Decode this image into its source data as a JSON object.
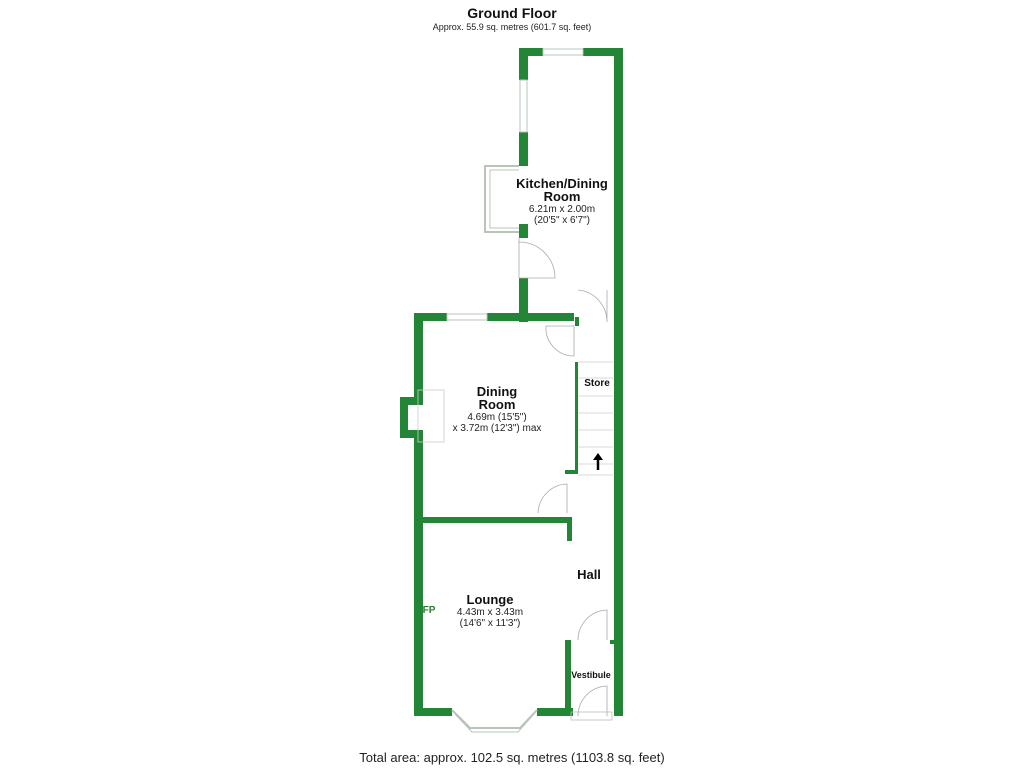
{
  "header": {
    "title": "Ground Floor",
    "subtitle": "Approx. 55.9 sq. metres (601.7 sq. feet)"
  },
  "footer": {
    "total_area": "Total area: approx. 102.5 sq. metres (1103.8 sq. feet)"
  },
  "colors": {
    "wall": "#238636",
    "fp_label": "#2e7d32",
    "background": "#ffffff"
  },
  "rooms": [
    {
      "id": "kitchen",
      "name_line1": "Kitchen/Dining",
      "name_line2": "Room",
      "dim1": "6.21m x 2.00m",
      "dim2": "(20'5\" x 6'7\")"
    },
    {
      "id": "dining",
      "name_line1": "Dining",
      "name_line2": "Room",
      "dim1": "4.69m (15'5\")",
      "dim2": "x 3.72m (12'3\") max"
    },
    {
      "id": "lounge",
      "name_line1": "Lounge",
      "dim1": "4.43m x 3.43m",
      "dim2": "(14'6\" x 11'3\")"
    },
    {
      "id": "hall",
      "name_line1": "Hall"
    },
    {
      "id": "store",
      "name_line1": "Store"
    },
    {
      "id": "vestibule",
      "name_line1": "Vestibule"
    }
  ],
  "labels": {
    "fireplace": "FP"
  }
}
